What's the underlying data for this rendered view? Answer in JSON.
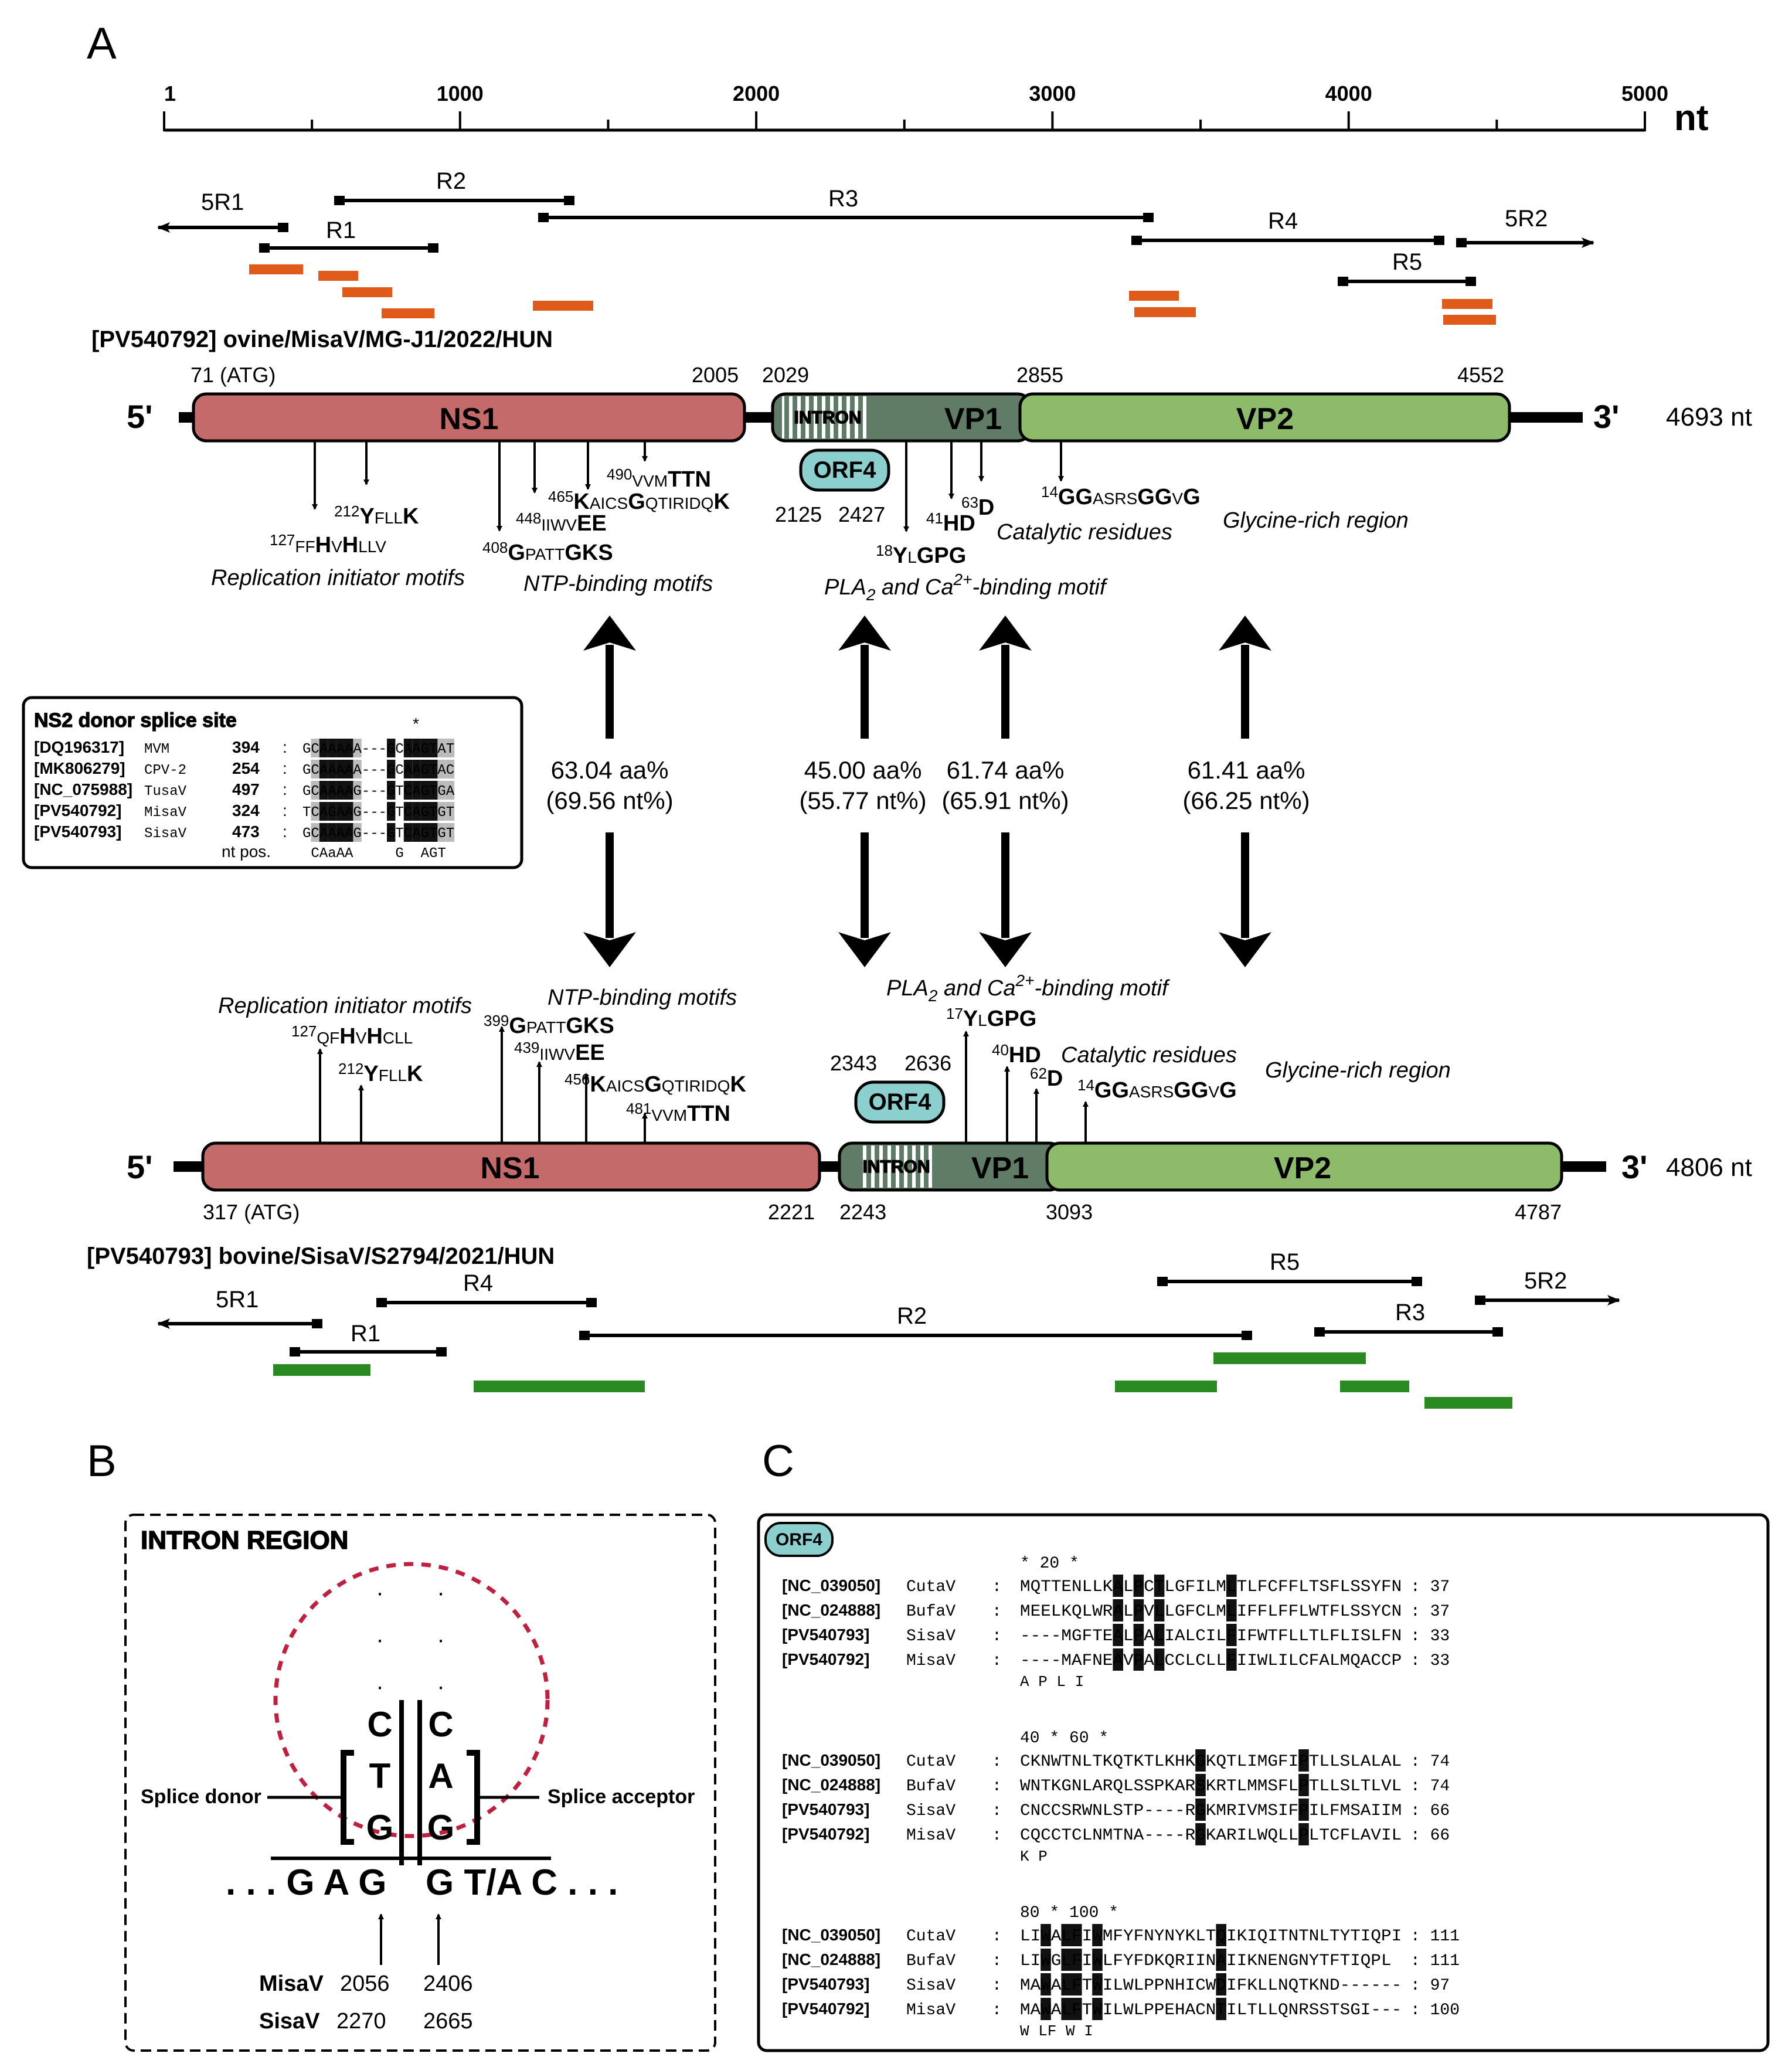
{
  "panels": {
    "A": "A",
    "B": "B",
    "C": "C"
  },
  "scale": {
    "ticks": [
      {
        "label": "1",
        "nt": 1
      },
      {
        "label": "1000",
        "nt": 1000
      },
      {
        "label": "2000",
        "nt": 2000
      },
      {
        "label": "3000",
        "nt": 3000
      },
      {
        "label": "4000",
        "nt": 4000
      },
      {
        "label": "5000",
        "nt": 5000
      }
    ],
    "minor_ticks_nt": [
      500,
      1500,
      2500,
      3500,
      4500
    ],
    "unit": "nt"
  },
  "colors": {
    "ns1": "#c46a6a",
    "vp1": "#607b66",
    "vp2": "#8dbb69",
    "orf4": "#8ccfcf",
    "misav_probe": "#e05a1a",
    "sisav_probe": "#2a8a22"
  },
  "misav": {
    "label": "[PV540792] ovine/MisaV/MG-J1/2022/HUN",
    "five": "5'",
    "three": "3'",
    "length": "4693 nt",
    "start": "71 (ATG)",
    "ns1_end": "2005",
    "vp1_start": "2029",
    "vp2_start": "2855",
    "vp2_end": "4552",
    "orf4_range": [
      "2125",
      "2427"
    ],
    "genes": {
      "ns1": "NS1",
      "intron": "INTRON",
      "vp1": "VP1",
      "vp2": "VP2",
      "orf4": "ORF4"
    },
    "primers": {
      "r5_1": "5R1",
      "r1": "R1",
      "r2": "R2",
      "r3": "R3",
      "r4": "R4",
      "r5": "R5",
      "r5_2": "5R2"
    },
    "motifs": {
      "m127_num": "127",
      "m127_a": "FF",
      "m127_b": "H",
      "m127_c": "V",
      "m127_d": "H",
      "m127_e": "LLV",
      "m212_num": "212",
      "m212_a": "Y",
      "m212_b": "FLL",
      "m212_c": "K",
      "m408_num": "408",
      "m408_a": "G",
      "m408_b": "PATT",
      "m408_c": "GKS",
      "m448_num": "448",
      "m448_a": "IIWV",
      "m448_b": "EE",
      "m465_num": "465",
      "m465_a": "K",
      "m465_b": "AICS",
      "m465_c": "G",
      "m465_d": "QTIRIDQ",
      "m465_e": "K",
      "m490_num": "490",
      "m490_a": "VVM",
      "m490_b": "TTN",
      "m18_num": "18",
      "m18_a": "Y",
      "m18_b": "L",
      "m18_c": "GPG",
      "m41_num": "41",
      "m41_a": "HD",
      "m63_num": "63",
      "m63_a": "D",
      "m14_num": "14",
      "m14_a": "GG",
      "m14_b": "ASRS",
      "m14_c": "GG",
      "m14_d": "V",
      "m14_e": "G"
    },
    "captions": {
      "rep": "Replication initiator motifs",
      "ntp": "NTP-binding motifs",
      "pla": "PLA",
      "pla_sub": "2",
      "pla_mid": " and Ca",
      "pla_sup": "2+",
      "pla_end": "-binding motif",
      "cat": "Catalytic residues",
      "gly": "Glycine-rich region"
    }
  },
  "identity": [
    {
      "aa": "63.04 aa%",
      "nt": "(69.56 nt%)"
    },
    {
      "aa": "45.00 aa%",
      "nt": "(55.77 nt%)"
    },
    {
      "aa": "61.74 aa%",
      "nt": "(65.91 nt%)"
    },
    {
      "aa": "61.41 aa%",
      "nt": "(66.25 nt%)"
    }
  ],
  "ns2_box": {
    "title": "NS2 donor splice site",
    "star": "*",
    "rows": [
      {
        "acc": "[DQ196317]",
        "name": "MVM",
        "pos": "394",
        "sep": ":",
        "seq": "GCAAAAA---GCAAGTAT"
      },
      {
        "acc": "[MK806279]",
        "name": "CPV-2",
        "pos": "254",
        "sep": ":",
        "seq": "GCAAAAA---GCAAGTAC"
      },
      {
        "acc": "[NC_075988]",
        "name": "TusaV",
        "pos": "497",
        "sep": ":",
        "seq": "GCAAAAG---GTCAGTGA"
      },
      {
        "acc": "[PV540792]",
        "name": "MisaV",
        "pos": "324",
        "sep": ":",
        "seq": "TCAGAAG---GTCAGTGT"
      },
      {
        "acc": "[PV540793]",
        "name": "SisaV",
        "pos": "473",
        "sep": ":",
        "seq": "GCAAAAG---GTCAGTGT"
      }
    ],
    "footer_label": "nt pos.",
    "consensus": " CAaAA     G  AGT"
  },
  "sisav": {
    "label": "[PV540793] bovine/SisaV/S2794/2021/HUN",
    "five": "5'",
    "three": "3'",
    "length": "4806 nt",
    "start": "317 (ATG)",
    "ns1_end": "2221",
    "vp1_start": "2243",
    "vp2_start": "3093",
    "vp2_end": "4787",
    "orf4_range": [
      "2343",
      "2636"
    ],
    "genes": {
      "ns1": "NS1",
      "intron": "INTRON",
      "vp1": "VP1",
      "vp2": "VP2",
      "orf4": "ORF4"
    },
    "primers": {
      "r5_1": "5R1",
      "r1": "R1",
      "r2": "R2",
      "r3": "R3",
      "r4": "R4",
      "r5": "R5",
      "r5_2": "5R2"
    },
    "motifs": {
      "m127_num": "127",
      "m127_a": "QF",
      "m127_b": "H",
      "m127_c": "V",
      "m127_d": "H",
      "m127_e": "CLL",
      "m212_num": "212",
      "m212_a": "Y",
      "m212_b": "FLL",
      "m212_c": "K",
      "m399_num": "399",
      "m399_a": "G",
      "m399_b": "PATT",
      "m399_c": "GKS",
      "m439_num": "439",
      "m439_a": "IIWV",
      "m439_b": "EE",
      "m456_num": "456",
      "m456_a": "K",
      "m456_b": "AICS",
      "m456_c": "G",
      "m456_d": "QTIRIDQ",
      "m456_e": "K",
      "m481_num": "481",
      "m481_a": "VVM",
      "m481_b": "TTN",
      "m17_num": "17",
      "m17_a": "Y",
      "m17_b": "L",
      "m17_c": "GPG",
      "m40_num": "40",
      "m40_a": "HD",
      "m62_num": "62",
      "m62_a": "D",
      "m14_num": "14",
      "m14_a": "GG",
      "m14_b": "ASRS",
      "m14_c": "GG",
      "m14_d": "V",
      "m14_e": "G"
    },
    "captions": {
      "rep": "Replication initiator motifs",
      "ntp": "NTP-binding motifs",
      "pla": "PLA",
      "pla_sub": "2",
      "pla_mid": " and Ca",
      "pla_sup": "2+",
      "pla_end": "-binding motif",
      "cat": "Catalytic residues",
      "gly": "Glycine-rich region"
    }
  },
  "intron": {
    "title": "INTRON REGION",
    "donor_label": "Splice donor",
    "acceptor_label": "Splice acceptor",
    "left_col": [
      "C",
      "T",
      "G"
    ],
    "right_col": [
      "C",
      "A",
      "G"
    ],
    "dots": "·",
    "seq_prefix": ". . . G A G",
    "seq_mid": "G T/A C . . .",
    "rows": [
      {
        "name": "MisaV",
        "donor": "2056",
        "acceptor": "2406"
      },
      {
        "name": "SisaV",
        "donor": "2270",
        "acceptor": "2665"
      }
    ]
  },
  "orf4_align": {
    "badge": "ORF4",
    "blocks": [
      {
        "ruler": "          *        20         *",
        "rows": [
          {
            "acc": "[NC_039050]",
            "name": "CutaV",
            "sep": ":",
            "seq": "MQTTENLLKALPCTLGFILMLTLFCFFLTSFLSSYFN",
            "end": ": 37"
          },
          {
            "acc": "[NC_024888]",
            "name": "BufaV",
            "sep": ":",
            "seq": "MEELKQLWRALPVLLGFCLMLIFFLFFLWTFLSSYCN",
            "end": ": 37"
          },
          {
            "acc": "[PV540793]",
            "name": "SisaV",
            "sep": ":",
            "seq": "----MGFTEALPALIALCILFIFWTFLLTLFLISLFN",
            "end": ": 33"
          },
          {
            "acc": "[PV540792]",
            "name": "MisaV",
            "sep": ":",
            "seq": "----MAFNEAVPALCCLCLLFIIWLILCFALMQACCP",
            "end": ": 33"
          }
        ],
        "consensus": "          A P L       I"
      },
      {
        "ruler": "    40         *        60         *",
        "rows": [
          {
            "acc": "[NC_039050]",
            "name": "CutaV",
            "sep": ":",
            "seq": "CKNWTNLTKQTKTLKHKGKQTLIMGFIPTLLSLALAL",
            "end": ": 74"
          },
          {
            "acc": "[NC_024888]",
            "name": "BufaV",
            "sep": ":",
            "seq": "WNTKGNLARQLSSPKARSKRTLMMSFLPTLLSLTLVL",
            "end": ": 74"
          },
          {
            "acc": "[PV540793]",
            "name": "SisaV",
            "sep": ":",
            "seq": "CNCCSRWNLSTP----RGKMRIVMSIFPILFMSAIIM",
            "end": ": 66"
          },
          {
            "acc": "[PV540792]",
            "name": "MisaV",
            "sep": ":",
            "seq": "CQCCTCLNMTNA----RGKARILWQLLPLTCFLAVIL",
            "end": ": 66"
          }
        ],
        "consensus": "                  K         P"
      },
      {
        "ruler": "        80          *        100         *",
        "rows": [
          {
            "acc": "[NC_039050]",
            "name": "CutaV",
            "sep": ":",
            "seq": "LIWALFIWMFYFNYNYKLTQIKIQITNTNLTYTIQPI",
            "end": ": 111"
          },
          {
            "acc": "[NC_024888]",
            "name": "BufaV",
            "sep": ":",
            "seq": "LIWGLFIWLFYFDKQRIINAIIKNENGNYTFTIQPL",
            "end": ": 111"
          },
          {
            "acc": "[PV540793]",
            "name": "SisaV",
            "sep": ":",
            "seq": "MAWALFTWILWLPPNHICWDIFKLLNQTKND------",
            "end": ": 97"
          },
          {
            "acc": "[PV540792]",
            "name": "MisaV",
            "sep": ":",
            "seq": "MAWALFTWILWLPPEHACNTILTLLQNRSSTSGI---",
            "end": ": 100"
          }
        ],
        "consensus": "  W LF W           I"
      }
    ]
  }
}
